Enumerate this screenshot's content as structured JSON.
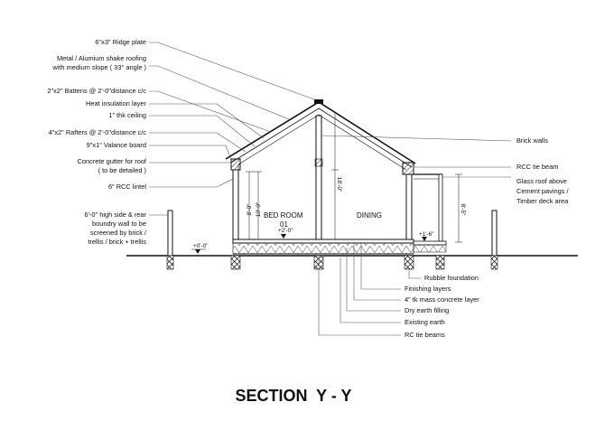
{
  "labels_left": [
    "6\"x3\" Ridge plate",
    "Metal / Alumium shake roofing",
    "with medium slope ( 33° angle )",
    "2\"x2\" Battens @ 2'-0\"distance c/c",
    "Heat insulation layer",
    "1\" thk ceiling",
    "4\"x2\" Rafters @ 2'-0\"distance c/c",
    "9\"x1\" Valance board",
    "Concrete gutter for roof",
    "( to be detailed )",
    "6\" RCC lintel",
    "6'-0\" high side & rear",
    "boundry wall to be",
    "screened by brick /",
    "trellis / brick + trellis"
  ],
  "labels_right": [
    "Brick walls",
    "RCC tie beam",
    "Glass roof above",
    "Cement pavings /",
    "Timber deck area"
  ],
  "labels_bottom": [
    "Rubble foundation",
    "Finishing layers",
    "4\" tk mass concrete layer",
    "Dry earth filling",
    "Existing earth",
    "RC tie beams"
  ],
  "rooms": {
    "bedroom_line1": "BED ROOM",
    "bedroom_line2": "01",
    "dining": "DINING"
  },
  "dimensions": {
    "left_wall": "8'-0\"",
    "left_wall2": "10'-0\"",
    "center_height": "18'-0\"",
    "right_glass": "8'-5\""
  },
  "levels": {
    "ground": "+0'-0\"",
    "floor": "+2'-0\"",
    "deck": "+1'-6\""
  },
  "title": "SECTION  Y - Y"
}
